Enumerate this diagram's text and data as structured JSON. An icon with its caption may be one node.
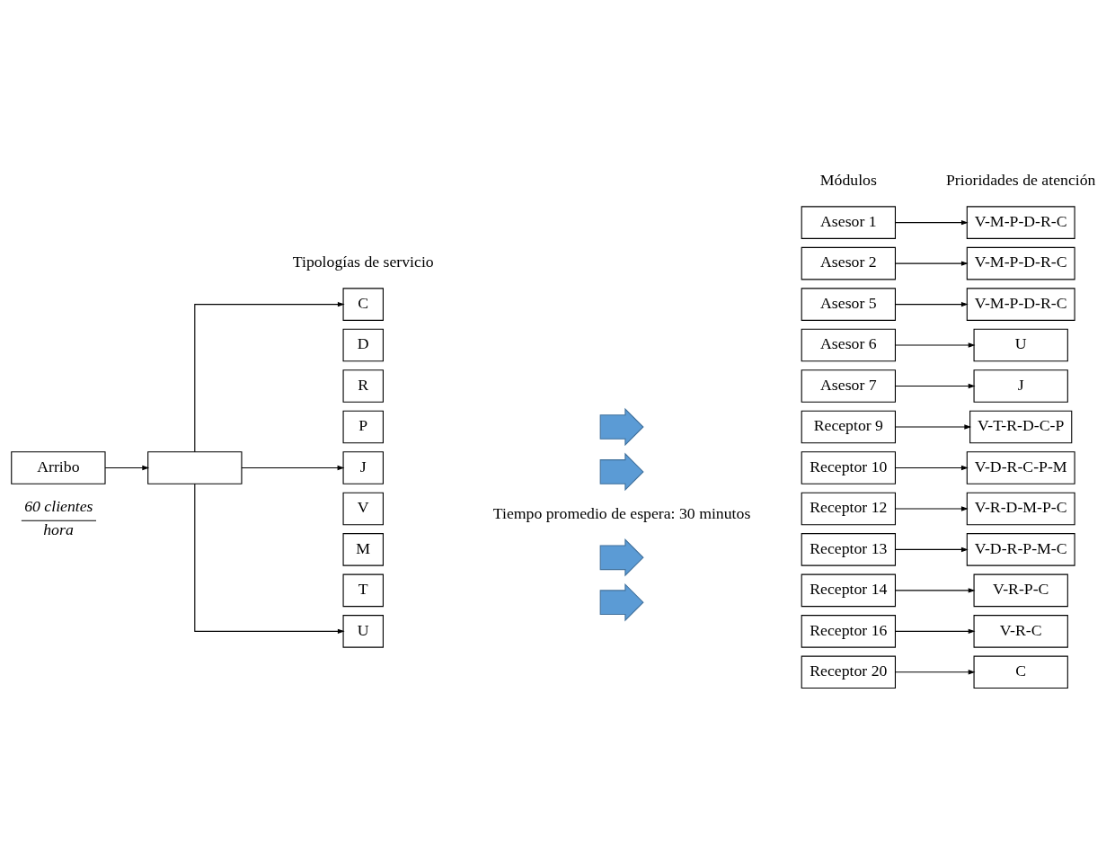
{
  "diagram": {
    "nodes": [
      {
        "text": [
          "Arribo"
        ]
      },
      {
        "text": [],
        "shape": "box"
      },
      {
        "text": [
          "C"
        ]
      },
      {
        "text": [
          "D"
        ]
      },
      {
        "text": [
          "R"
        ]
      },
      {
        "text": [
          "P"
        ]
      },
      {
        "text": [
          "J"
        ]
      },
      {
        "text": [
          "V"
        ]
      },
      {
        "text": [
          "M"
        ]
      },
      {
        "text": [
          "T"
        ]
      },
      {
        "text": [
          "U"
        ]
      },
      {
        "text": [
          "Asesor 1"
        ]
      },
      {
        "text": [
          "Asesor 2"
        ]
      },
      {
        "text": [
          "Asesor 5"
        ]
      },
      {
        "text": [
          "Asesor 6"
        ]
      },
      {
        "text": [
          "Asesor 7"
        ]
      },
      {
        "text": [
          "Receptor 9"
        ]
      },
      {
        "text": [
          "Receptor 10"
        ]
      },
      {
        "text": [
          "Receptor 12"
        ]
      },
      {
        "text": [
          "Receptor 13"
        ]
      },
      {
        "text": [
          "Receptor 14"
        ]
      },
      {
        "text": [
          "Receptor 16"
        ]
      },
      {
        "text": [
          "Receptor 20"
        ]
      },
      {
        "text": [
          "V-M-P-D-R-C"
        ]
      },
      {
        "text": [
          "V-M-P-D-R-C"
        ]
      },
      {
        "text": [
          "V-M-P-D-R-C"
        ]
      },
      {
        "text": [
          "U"
        ]
      },
      {
        "text": [
          "J"
        ]
      },
      {
        "text": [
          "V-T-R-D-C-P"
        ]
      },
      {
        "text": [
          "V-D-R-C-P-M"
        ]
      },
      {
        "text": [
          "V-R-D-M-P-C"
        ]
      },
      {
        "text": [
          "V-D-R-P-M-C"
        ]
      },
      {
        "text": [
          "V-R-P-C"
        ]
      },
      {
        "text": [
          "V-R-C"
        ]
      },
      {
        "text": [
          "C"
        ]
      },
      {
        "text": [],
        "shape": "arrow"
      },
      {
        "text": [],
        "shape": "arrow"
      },
      {
        "text": [],
        "shape": "arrow"
      },
      {
        "text": [],
        "shape": "arrow"
      }
    ],
    "edges": [
      {
        "from": 0,
        "to": 1,
        "arrow": "to"
      },
      {
        "from": 1,
        "to": 2,
        "arrow": "to"
      },
      {
        "from": 1,
        "to": 6,
        "arrow": "to"
      },
      {
        "from": 1,
        "to": 10,
        "arrow": "to"
      },
      {
        "from": 11,
        "to": 23,
        "arrow": "to"
      },
      {
        "from": 12,
        "to": 24,
        "arrow": "to"
      },
      {
        "from": 13,
        "to": 25,
        "arrow": "to"
      },
      {
        "from": 14,
        "to": 26,
        "arrow": "to"
      },
      {
        "from": 15,
        "to": 27,
        "arrow": "to"
      },
      {
        "from": 16,
        "to": 28,
        "arrow": "to"
      },
      {
        "from": 17,
        "to": 29,
        "arrow": "to"
      },
      {
        "from": 18,
        "to": 30,
        "arrow": "to"
      },
      {
        "from": 19,
        "to": 31,
        "arrow": "to"
      },
      {
        "from": 20,
        "to": 32,
        "arrow": "to"
      },
      {
        "from": 21,
        "to": 33,
        "arrow": "to"
      },
      {
        "from": 22,
        "to": 34,
        "arrow": "to"
      }
    ],
    "labels": [
      "Módulos",
      "Prioridades de atención",
      "Tipologías de servicio",
      "Tiempo promedio de espera: 30 minutos",
      "60 clientes",
      "hora"
    ]
  }
}
